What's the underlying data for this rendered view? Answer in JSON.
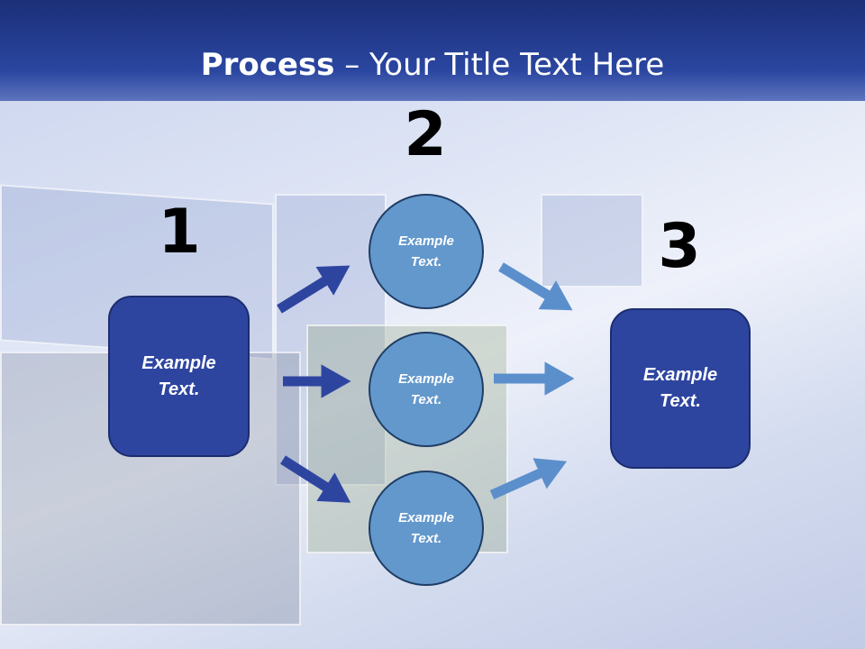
{
  "title": {
    "bold": "Process",
    "rest": " – Your Title Text Here"
  },
  "steps": {
    "one": "1",
    "two": "2",
    "three": "3"
  },
  "box_start": {
    "line1": "Example",
    "line2": "Text."
  },
  "circles": [
    {
      "line1": "Example",
      "line2": "Text."
    },
    {
      "line1": "Example",
      "line2": "Text."
    },
    {
      "line1": "Example",
      "line2": "Text."
    }
  ],
  "box_end": {
    "line1": "Example",
    "line2": "Text."
  },
  "colors": {
    "dark_blue": "#2e45a0",
    "light_blue": "#6398cc",
    "header": "#2a46a0"
  }
}
